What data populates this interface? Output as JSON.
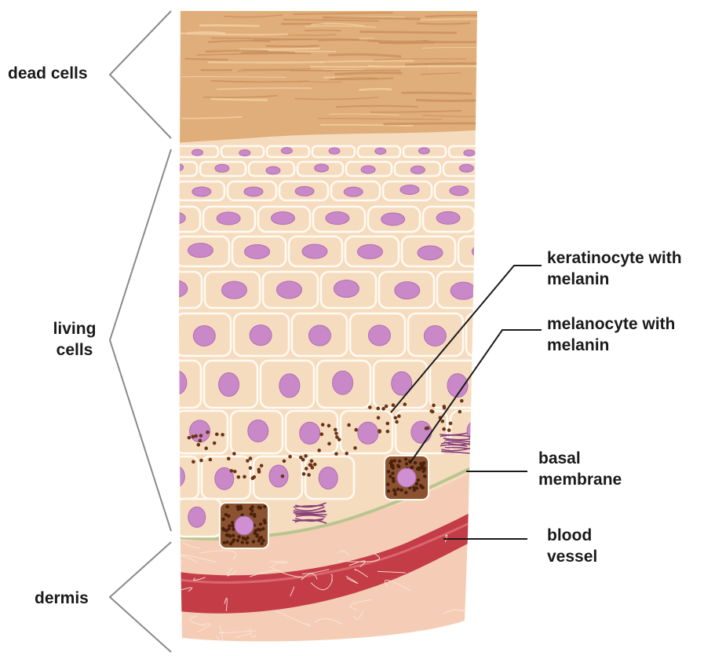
{
  "labels": {
    "dead_cells": "dead cells",
    "living_cells_1": "living",
    "living_cells_2": "cells",
    "dermis": "dermis",
    "keratinocyte_1": "keratinocyte with",
    "keratinocyte_2": "melanin",
    "melanocyte_1": "melanocyte with",
    "melanocyte_2": "melanin",
    "basal_1": "basal",
    "basal_2": "membrane",
    "blood_1": "blood",
    "blood_2": "vessel"
  },
  "colors": {
    "dead_layer": "#e0ae7a",
    "living_layer": "#f6dcbf",
    "cell_border": "#fffaf2",
    "nucleus": "#c989c9",
    "melanin": "#6b3416",
    "membrane": "#b9c58f",
    "dermis": "#f5cdb6",
    "blood_vessel": "#c43c45"
  }
}
